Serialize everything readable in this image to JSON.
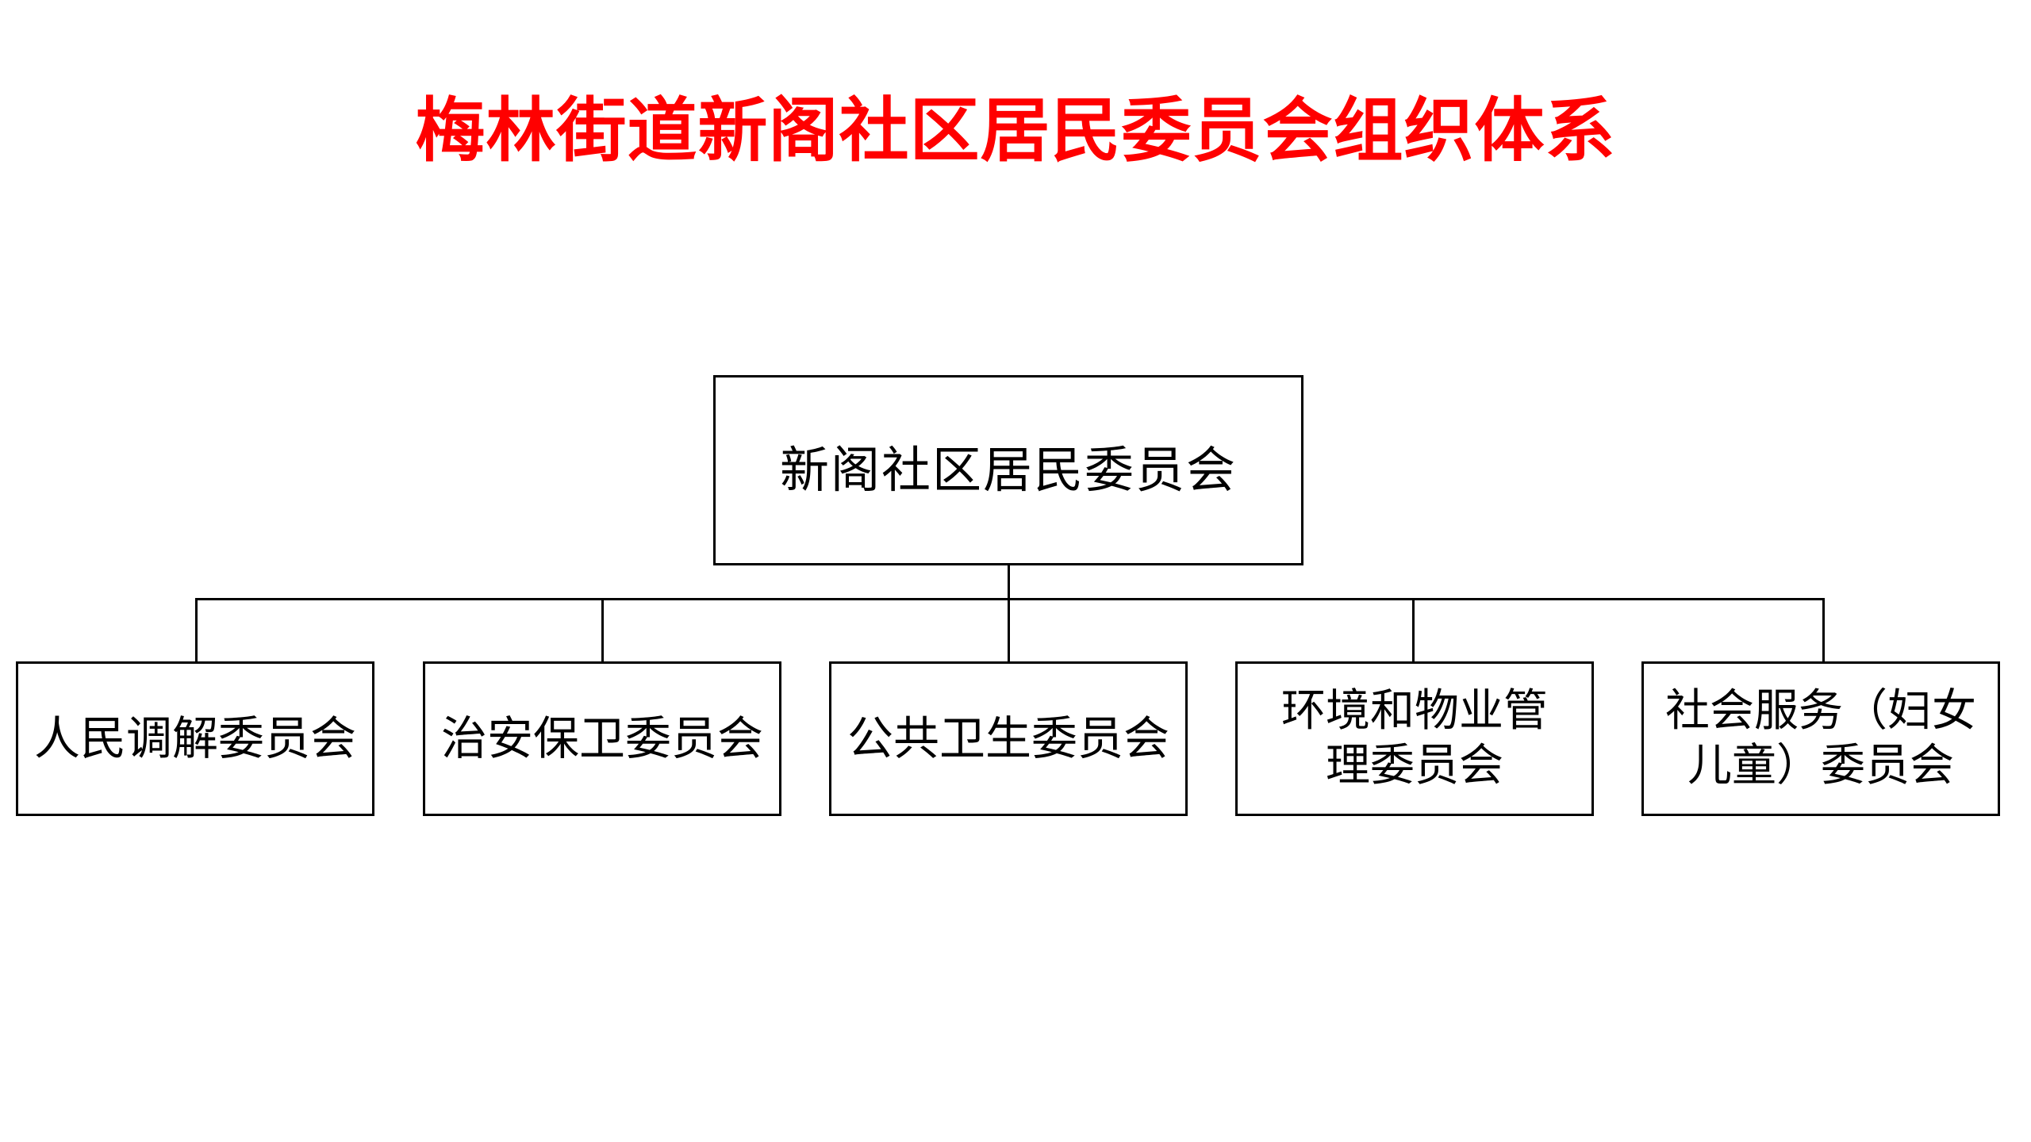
{
  "page": {
    "title": "梅林街道新阁社区居民委员会组织体系",
    "title_color": "#ff0000",
    "background_color": "#ffffff",
    "line_color": "#000000",
    "text_color": "#000000"
  },
  "org_chart": {
    "type": "organization-hierarchy",
    "root": {
      "label": "新阁社区居民委员会"
    },
    "children": [
      {
        "label": "人民调解委员会"
      },
      {
        "label": "治安保卫委员会"
      },
      {
        "label": "公共卫生委员会"
      },
      {
        "label": "环境和物业管\n理委员会"
      },
      {
        "label": "社会服务（妇女\n儿童）委员会"
      }
    ]
  }
}
